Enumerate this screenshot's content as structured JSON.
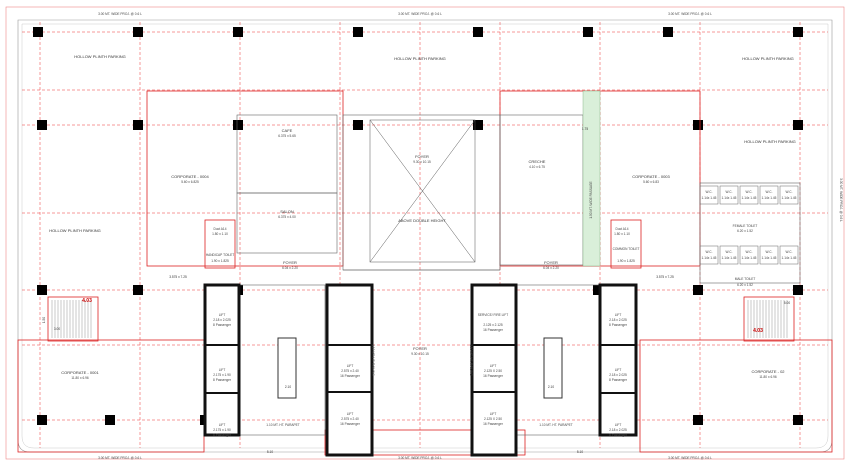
{
  "plan": {
    "edge_road_label": "3.00 MT. WIDE PROJ. @ 0.6 L",
    "side_road_label": "3.00 MT. WIDE PROJ. @ 0.6 L",
    "bottom_label": "3.00 MT. WIDE PROJ. @ 0.6 L",
    "parapet_label": "1.10 MT. HT. PARAPET",
    "passage_label": "1.50 MT. WIDE PASSAGE",
    "railing_label": "1.10 MT. HT. RAILING"
  },
  "rooms": {
    "hollow_1": "HOLLOW PLINTH PARKING",
    "hollow_2": "HOLLOW PLINTH PARKING",
    "hollow_3": "HOLLOW PLINTH PARKING",
    "hollow_4": "HOLLOW PLINTH PARKING",
    "hollow_5": "HOLLOW PLINTH PARKING",
    "cafe": "CAFE",
    "cafe_dim": "6.375 x 5.65",
    "salon": "SALON",
    "salon_dim": "6.375 x 4.00",
    "corp_0004": "CORPORATE - 0004",
    "corp_0004_dim": "5.60 x 6.825",
    "corp_0003": "CORPORATE - 0003",
    "corp_0003_dim": "5.60 x 6.83",
    "corp_0001": "CORPORATE - 0001",
    "corp_0001_dim": "11.80 x 6.96",
    "corp_02": "CORPORATE - 02",
    "corp_02_dim": "11.80 x 6.96",
    "foyer_top": "FOYER",
    "foyer_top_dim": "9.30 x 10.15",
    "above_dh": "ABOVE DOUBLE HEIGHT",
    "creche": "CRECHE",
    "creche_dim": "4.10 x 6.75",
    "foyer_l": "FOYER",
    "foyer_l_dim": "6.04 x 2.20",
    "foyer_r": "FOYER",
    "foyer_r_dim": "6.04 x 2.20",
    "foyer_c": "FOYER",
    "foyer_c_dim": "9.30 x 10.15",
    "handicap": "HANDICAP TOILET",
    "handicap_dim": "1.90 x 1.825",
    "common_toilet": "COMMON TOILET",
    "common_toilet_dim": "1.90 x 1.825",
    "female_toilet": "FEMALE TOILET",
    "female_toilet_dim": "6.20 x 1.52",
    "male_toilet": "MALE TOILET",
    "male_toilet_dim": "6.20 x 1.52",
    "duct_a": "Duct A14",
    "duct_a_dim": "1.80 x 1.10",
    "duct_b": "Duct A14",
    "duct_b_dim": "1.80 x 1.10",
    "fire_lift": "SERVICE/ FIRE LIFT",
    "fire_lift_dim": "2.125 x 2.125",
    "fire_lift_cap": "16 Passenger"
  },
  "lifts_left": [
    {
      "t": "LIFT",
      "d": "2.18 x 2.025",
      "c": "8 Passenger"
    },
    {
      "t": "LIFT",
      "d": "2.175 x 1.90",
      "c": "8 Passenger"
    },
    {
      "t": "LIFT",
      "d": "2.175 x 1.90",
      "c": "8 Passenger"
    }
  ],
  "lifts_cl": [
    {
      "t": "LIFT",
      "d": "2.575 x 2.40",
      "c": "16 Passenger"
    },
    {
      "t": "LIFT",
      "d": "2.575 x 2.40",
      "c": "16 Passenger"
    }
  ],
  "lifts_cr": [
    {
      "t": "LIFT",
      "d": "2.125 X 2.50",
      "c": "16 Passenger"
    },
    {
      "t": "LIFT",
      "d": "2.125 X 2.50",
      "c": "16 Passenger"
    }
  ],
  "lifts_right": [
    {
      "t": "LIFT",
      "d": "2.18 x 2.025",
      "c": "8 Passenger"
    },
    {
      "t": "LIFT",
      "d": "2.18 x 2.025",
      "c": "8 Passenger"
    },
    {
      "t": "LIFT",
      "d": "2.18 x 2.025",
      "c": "8 Passenger"
    }
  ],
  "dims": {
    "d1": "3.575 x 7.25",
    "d2": "3.575 x 7.25",
    "d3": "4.03",
    "d4": "4.03",
    "d5": "1.75",
    "d6": "5.00",
    "d7": "1.50",
    "d8": "3.00",
    "d9": "2.10",
    "d10": "2.10",
    "d11": "5.10",
    "d12": "5.10"
  },
  "wc": {
    "label": "W.C.",
    "dim": "1.14x 1.45"
  }
}
